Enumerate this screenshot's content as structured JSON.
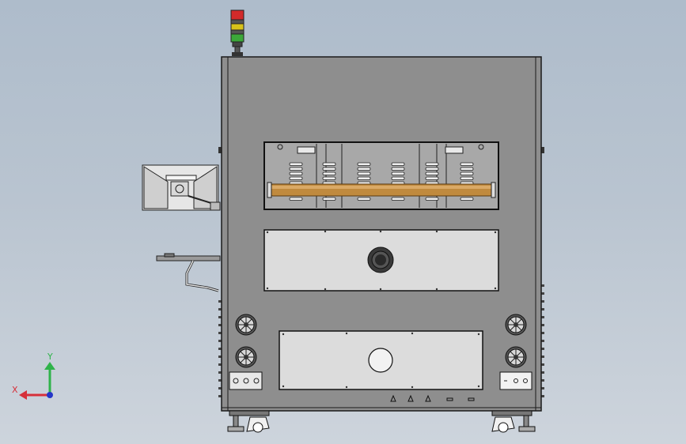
{
  "cad_view": {
    "background_top": "#aebccb",
    "background_bottom": "#cdd4dc",
    "cabinet_color": "#8e8e8e",
    "panel_color": "#dcdcdc",
    "heater_tube_color": "#c08a3e",
    "signal_tower": [
      "red",
      "yellow",
      "green"
    ]
  },
  "triad": {
    "y_label": "Y",
    "x_label": "X",
    "y_color": "#2fb34a",
    "x_color": "#d6303a",
    "z_color": "#2436c8"
  }
}
